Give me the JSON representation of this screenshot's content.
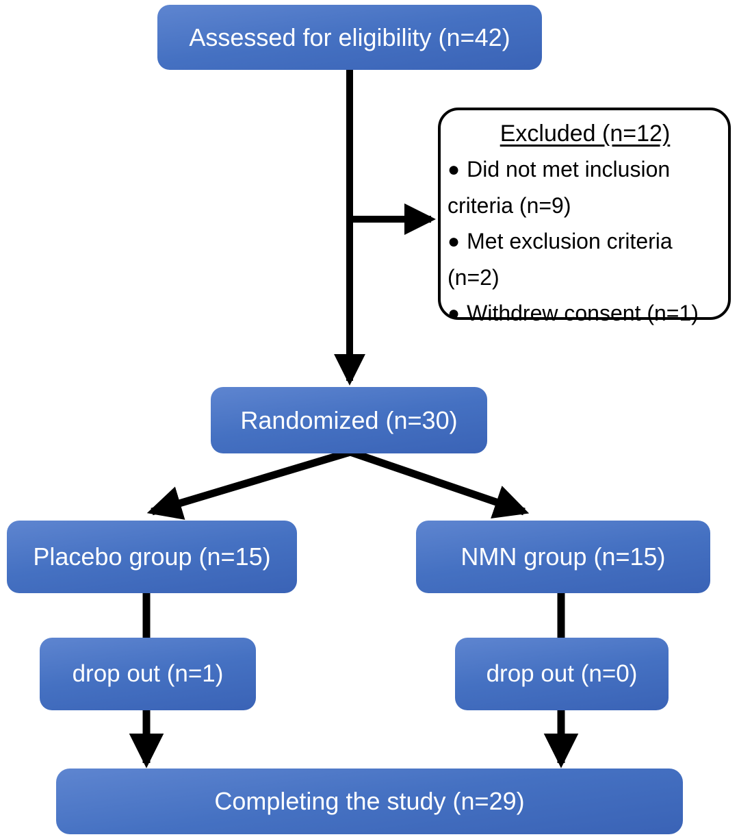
{
  "colors": {
    "box_gradient_top": "#5e85d0",
    "box_gradient_mid": "#4571c2",
    "box_gradient_bottom": "#3a63b6",
    "box_text": "#ffffff",
    "outline": "#000000",
    "arrow": "#000000",
    "background": "#ffffff"
  },
  "nodes": {
    "assessed": {
      "label": "Assessed for eligibility (n=42)"
    },
    "excluded": {
      "title": "Excluded (n=12)",
      "bullet": "●",
      "items": [
        "Did not met inclusion criteria (n=9)",
        "Met exclusion criteria (n=2)",
        "Withdrew consent (n=1)"
      ]
    },
    "randomized": {
      "label": "Randomized (n=30)"
    },
    "placebo_group": {
      "label": "Placebo group (n=15)"
    },
    "nmn_group": {
      "label": "NMN group (n=15)"
    },
    "dropout_placebo": {
      "label": "drop out (n=1)"
    },
    "dropout_nmn": {
      "label": "drop out (n=0)"
    },
    "completing": {
      "label": "Completing the study (n=29)"
    }
  }
}
